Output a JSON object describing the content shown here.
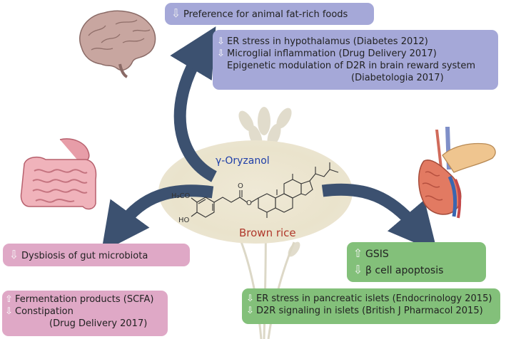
{
  "molecule": {
    "name": "γ-Oryzanol",
    "source_label": "Brown rice",
    "atom_labels": {
      "methoxy": "H₃CO",
      "hydroxy": "HO",
      "ketone_o": "O",
      "ether_o": "O"
    }
  },
  "brain": {
    "headline": {
      "arrow": "down",
      "text": "Preference for animal fat-rich foods"
    },
    "details": [
      {
        "arrow": "down",
        "text": "ER stress in hypothalamus (Diabetes 2012)"
      },
      {
        "arrow": "down",
        "text": "Microglial inflammation (Drug Delivery 2017)"
      },
      {
        "arrow": "",
        "text": "Epigenetic modulation of D2R in brain reward system"
      },
      {
        "arrow": "",
        "text": "(Diabetologia 2017)"
      }
    ]
  },
  "gut": {
    "headline": {
      "arrow": "down",
      "text": "Dysbiosis of gut microbiota"
    },
    "details": [
      {
        "arrow": "up",
        "text": "Fermentation products (SCFA)"
      },
      {
        "arrow": "down",
        "text": "Constipation"
      },
      {
        "arrow": "",
        "text": "(Drug Delivery 2017)"
      }
    ]
  },
  "pancreas": {
    "headline": [
      {
        "arrow": "up",
        "text": "GSIS"
      },
      {
        "arrow": "down",
        "text": "β cell apoptosis"
      }
    ],
    "details": [
      {
        "arrow": "down",
        "text": "ER stress in pancreatic islets (Endocrinology 2015)"
      },
      {
        "arrow": "down",
        "text": "D2R signaling in islets (British J Pharmacol 2015)"
      }
    ]
  },
  "colors": {
    "brain_box": "#a5a8d8",
    "gut_box": "#dfa8c6",
    "pancreas_box": "#83c07a",
    "arrows": "#3c5170",
    "molecule_title": "#1e3ea8",
    "brown_rice_label": "#b0392c"
  },
  "icons": [
    "rice-plant-icon",
    "brain-icon",
    "intestine-icon",
    "pancreas-icon"
  ]
}
